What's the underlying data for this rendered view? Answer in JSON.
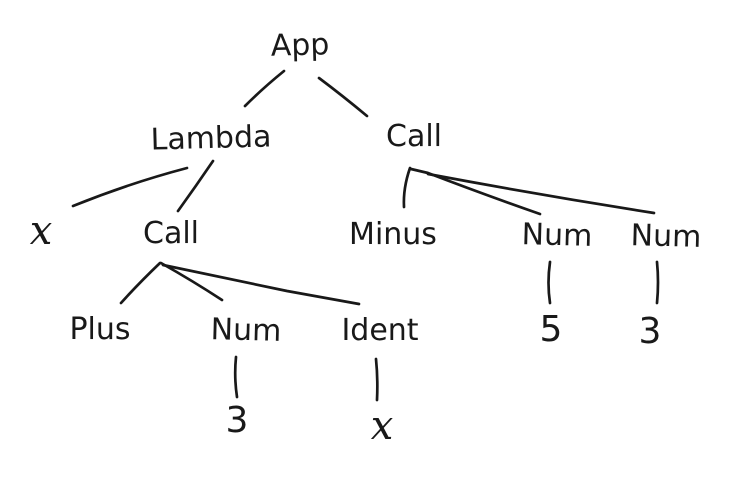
{
  "page": {
    "background_color": "#ffffff",
    "ink_color": "#191919",
    "style": "hand-drawn sketch"
  },
  "diagram": {
    "type": "tree",
    "kind": "abstract-syntax-tree",
    "nodes": {
      "app": {
        "label": "App"
      },
      "lambda": {
        "label": "Lambda"
      },
      "lambda_param_x": {
        "label": "x"
      },
      "call_left": {
        "label": "Call"
      },
      "plus": {
        "label": "Plus"
      },
      "num_left": {
        "label": "Num"
      },
      "num_left_value": {
        "label": "3"
      },
      "ident": {
        "label": "Ident"
      },
      "ident_value": {
        "label": "x"
      },
      "call_right": {
        "label": "Call"
      },
      "minus": {
        "label": "Minus"
      },
      "num_mid": {
        "label": "Num"
      },
      "num_mid_value": {
        "label": "5"
      },
      "num_right": {
        "label": "Num"
      },
      "num_right_value": {
        "label": "3"
      }
    },
    "edges": [
      {
        "from": "app",
        "to": "lambda"
      },
      {
        "from": "app",
        "to": "call_right"
      },
      {
        "from": "lambda",
        "to": "lambda_param_x"
      },
      {
        "from": "lambda",
        "to": "call_left"
      },
      {
        "from": "call_left",
        "to": "plus"
      },
      {
        "from": "call_left",
        "to": "num_left"
      },
      {
        "from": "call_left",
        "to": "ident"
      },
      {
        "from": "num_left",
        "to": "num_left_value"
      },
      {
        "from": "ident",
        "to": "ident_value"
      },
      {
        "from": "call_right",
        "to": "minus"
      },
      {
        "from": "call_right",
        "to": "num_mid"
      },
      {
        "from": "call_right",
        "to": "num_right"
      },
      {
        "from": "num_mid",
        "to": "num_mid_value"
      },
      {
        "from": "num_right",
        "to": "num_right_value"
      }
    ]
  }
}
